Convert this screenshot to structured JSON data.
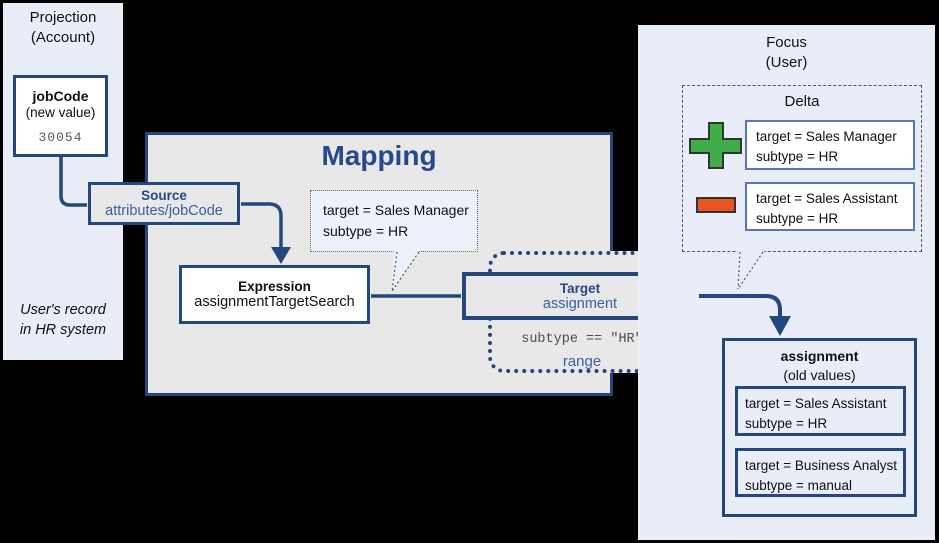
{
  "colors": {
    "accent_navy": "#24477d",
    "title_navy": "#26488c",
    "link_blue": "#3a5da9",
    "panel_blue": "#e9edf7",
    "mapping_gray": "#e8e8e8",
    "add_green": "#3fae49",
    "remove_orange": "#e95420"
  },
  "projection_panel": {
    "title_line1": "Projection",
    "title_line2": "(Account)",
    "jobcode_box": {
      "title": "jobCode",
      "subtitle": "(new value)",
      "value": "30054"
    },
    "footer_line1": "User's record",
    "footer_line2": "in HR system"
  },
  "mapping": {
    "title": "Mapping",
    "source": {
      "title": "Source",
      "subtitle": "attributes/jobCode"
    },
    "expression": {
      "title": "Expression",
      "subtitle": "assignmentTargetSearch"
    },
    "target": {
      "title": "Target",
      "subtitle": "assignment"
    },
    "bubble": {
      "line1": "target = Sales Manager",
      "line2": "subtype = HR"
    },
    "range": {
      "condition": "subtype == \"HR\"",
      "label": "range"
    }
  },
  "focus_panel": {
    "title_line1": "Focus",
    "title_line2": "(User)",
    "delta": {
      "title": "Delta",
      "add": {
        "line1": "target = Sales Manager",
        "line2": "subtype = HR"
      },
      "remove": {
        "line1": "target = Sales Assistant",
        "line2": "subtype = HR"
      }
    },
    "assignment": {
      "title": "assignment",
      "subtitle": "(old values)",
      "items": [
        {
          "line1": "target = Sales Assistant",
          "line2": "subtype = HR"
        },
        {
          "line1": "target = Business Analyst",
          "line2": "subtype = manual"
        }
      ]
    }
  }
}
